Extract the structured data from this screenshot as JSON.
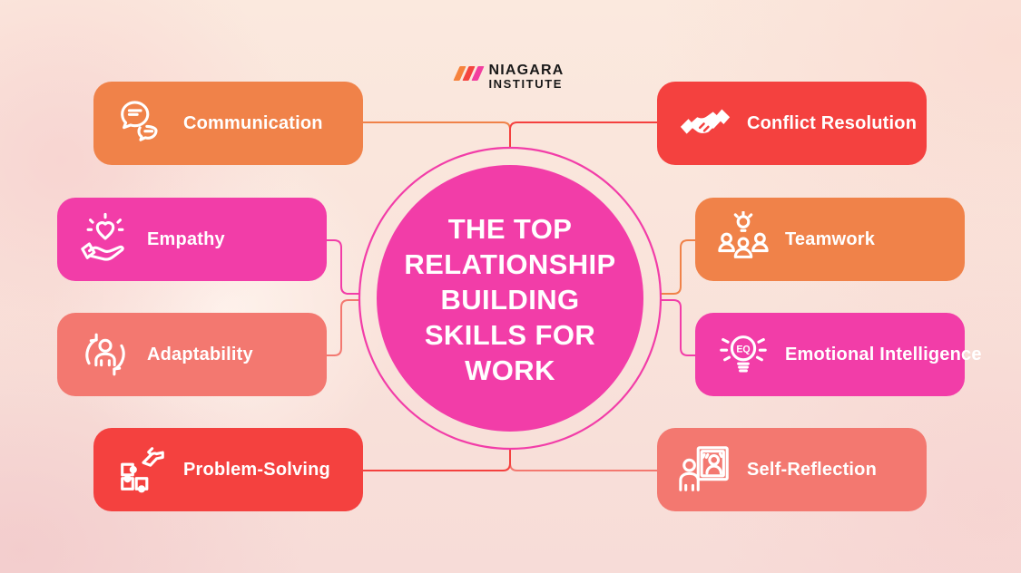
{
  "logo": {
    "line1": "NIAGARA",
    "line2": "INSTITUTE",
    "stripe_colors": [
      "#F6823C",
      "#F4453F",
      "#F23F9F"
    ]
  },
  "center": {
    "lines": [
      "THE TOP",
      "RELATIONSHIP",
      "BUILDING",
      "SKILLS FOR",
      "WORK"
    ],
    "fill": "#F23DA8",
    "ring": "#F23DA8"
  },
  "skills": [
    {
      "label": "Communication",
      "icon": "chat-bubbles-icon",
      "color": "#F08249"
    },
    {
      "label": "Empathy",
      "icon": "hand-heart-icon",
      "color": "#F23DA8"
    },
    {
      "label": "Adaptability",
      "icon": "person-refresh-icon",
      "color": "#F37870"
    },
    {
      "label": "Problem-Solving",
      "icon": "puzzle-hand-icon",
      "color": "#F4413F"
    },
    {
      "label": "Conflict Resolution",
      "icon": "handshake-icon",
      "color": "#F4413F"
    },
    {
      "label": "Teamwork",
      "icon": "team-lightbulb-icon",
      "color": "#F08249"
    },
    {
      "label": "Emotional Intelligence",
      "icon": "eq-lightbulb-icon",
      "color": "#F23DA8",
      "icon_text": "EQ"
    },
    {
      "label": "Self-Reflection",
      "icon": "mirror-person-icon",
      "color": "#F37870"
    }
  ]
}
